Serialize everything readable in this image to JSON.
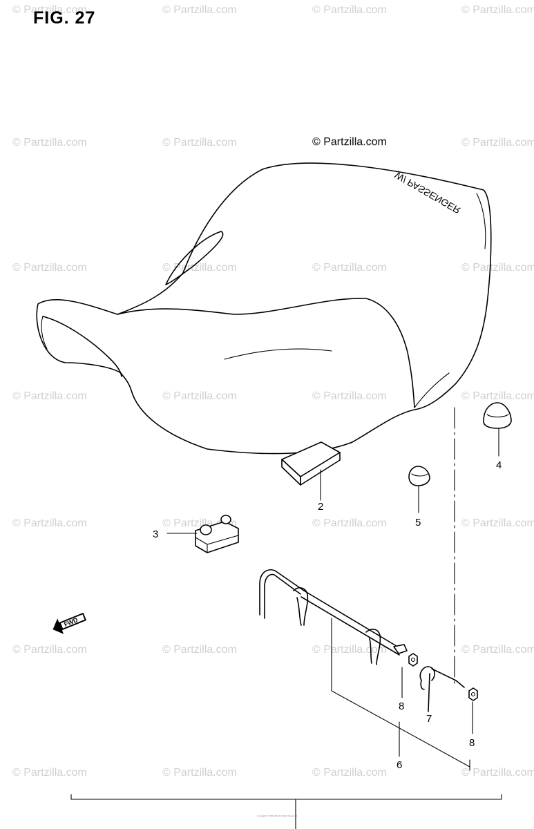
{
  "figure": {
    "title": "FIG. 27"
  },
  "watermark": {
    "text": "© Partzilla.com"
  },
  "seat": {
    "label_text": "W/ PASSENGER"
  },
  "fwd_badge": {
    "text": "FWD"
  },
  "parts": [
    {
      "number": "2"
    },
    {
      "number": "3"
    },
    {
      "number": "4"
    },
    {
      "number": "5"
    },
    {
      "number": "6"
    },
    {
      "number": "7"
    },
    {
      "number": "8"
    },
    {
      "number": "8"
    }
  ],
  "footer": {
    "copyright": "Copyright © 2001-2016 All Rights Reserved"
  }
}
